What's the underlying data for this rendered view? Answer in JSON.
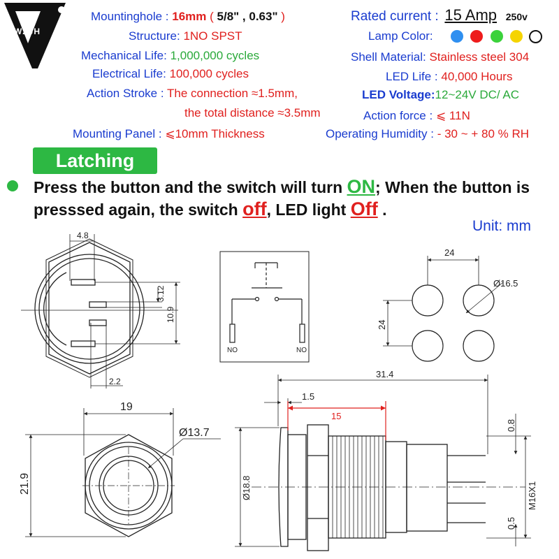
{
  "logo": {
    "text": "ZJWZJH"
  },
  "specs": {
    "mountinghole_label": "Mountinghole :",
    "mountinghole_value": "16mm",
    "mountinghole_paren_open": " (",
    "mountinghole_imperial": " 5/8\" ,  0.63\" ",
    "mountinghole_paren_close": ")",
    "structure_label": "Structure:",
    "structure_value": "1NO  SPST",
    "mech_label": "Mechanical Life:",
    "mech_value": "1,000,000 cycles",
    "elec_label": "Electrical Life:",
    "elec_value": "100,000 cycles",
    "stroke_label": "Action Stroke :",
    "stroke_value_1": "The connection ≈1.5mm,",
    "stroke_value_2": "the total distance ≈3.5mm",
    "panel_label": "Mounting Panel :",
    "panel_value": "⩽10mm  Thickness",
    "current_label": "Rated  current :",
    "current_value": "15 Amp",
    "current_voltage": "250v",
    "lamp_label": "Lamp Color:",
    "shell_label": "Shell Material:",
    "shell_value": "Stainless steel 304",
    "led_life_label": "LED Life :",
    "led_life_value": "40,000 Hours",
    "led_voltage_label": "LED  Voltage:",
    "led_voltage_value": "12~24V  DC/ AC",
    "force_label": "Action force :",
    "force_value": "⩽ 11N",
    "humidity_label": "Operating Humidity :",
    "humidity_value": " - 30 ~ + 80 % RH"
  },
  "lamp_colors": [
    "#2f8ff0",
    "#ee1c1c",
    "#3bd23b",
    "#f5d400",
    "#ffffff"
  ],
  "mode": {
    "label": "Latching"
  },
  "description": {
    "line1_a": "Press the button and the switch will turn ",
    "line1_on": "ON",
    "line1_b": ";  When the button is",
    "line2_a": "presssed again, the switch ",
    "line2_off": "off",
    "line2_b": ", LED light ",
    "line2_off2": "Off",
    "line2_c": " ."
  },
  "unit": "Unit: mm",
  "dimensions": {
    "top_view": {
      "tab_width": "4.8",
      "pin_gap": "3.12",
      "pin_span": "10.9",
      "pin_width": "2.2"
    },
    "schematic": {
      "terminal_left": "NO",
      "terminal_right": "NO"
    },
    "panel_cutout": {
      "spacing_x": "24",
      "spacing_y": "24",
      "hole_diameter": "Ø16.5"
    },
    "front_view": {
      "hex_width": "19",
      "ring_diameter": "Ø13.7",
      "hex_height": "21.9"
    },
    "side_view": {
      "overall_length": "31.4",
      "head_height": "1.5",
      "thread_length": "15",
      "head_diameter": "Ø18.8",
      "thread_size": "M16X1",
      "pin_top": "0.8",
      "pin_bottom": "0.5"
    }
  }
}
